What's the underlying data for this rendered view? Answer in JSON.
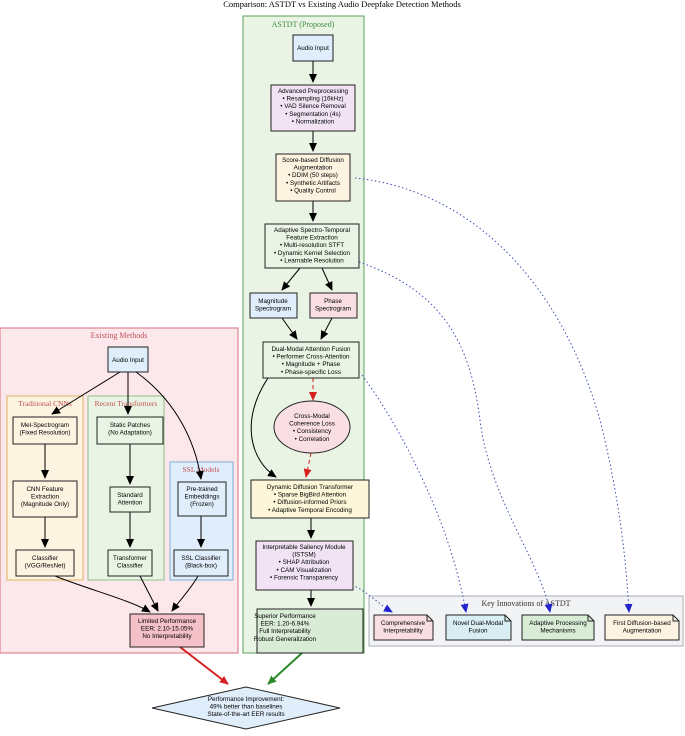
{
  "title": "Comparison: ASTDT vs Existing Audio Deepfake Detection Methods",
  "colors": {
    "proposed_fill": "#eaf4e4",
    "proposed_stroke": "#5aa05a",
    "existing_fill": "#fce8ea",
    "existing_stroke": "#d9707c",
    "blue_fill": "#dfeefa",
    "purple_fill": "#f1e3f4",
    "cream_fill": "#fdf3e1",
    "pink_fill": "#f9dfe4",
    "teal_fill": "#d8eef2",
    "green_fill": "#d8ecd6",
    "red_fill": "#f5c1c8",
    "yellow_fill": "#fdf6d8",
    "red_arrow": "#d62020",
    "green_arrow": "#2c8a2c",
    "blue_dotted": "#3a4fb8"
  },
  "proposed": {
    "label": "ASTDT (Proposed)",
    "audio_input": "Audio Input",
    "preprocessing": [
      "Advanced Preprocessing",
      "• Resampling (16kHz)",
      "• VAD Silence Removal",
      "• Segmentation (4s)",
      "• Normalization"
    ],
    "augmentation": [
      "Score-based Diffusion",
      "Augmentation",
      "• DDIM (50 steps)",
      "• Synthetic Artifacts",
      "• Quality Control"
    ],
    "feature_extraction": [
      "Adaptive Spectro-Temporal",
      "Feature Extraction",
      "• Multi-resolution STFT",
      "• Dynamic Kernel Selection",
      "• Learnable Resolution"
    ],
    "magnitude": [
      "Magnitude",
      "Spectrogram"
    ],
    "phase": [
      "Phase",
      "Spectrogram"
    ],
    "fusion": [
      "Dual-Modal Attention Fusion",
      "• Performer Cross-Attention",
      "• Magnitude + Phase",
      "• Phase-specific Loss"
    ],
    "coherence": [
      "Cross-Modal",
      "Coherence Loss",
      "• Consistency",
      "• Correlation"
    ],
    "transformer": [
      "Dynamic Diffusion Transformer",
      "• Sparse BigBird Attention",
      "• Diffusion-informed Priors",
      "• Adaptive Temporal Encoding"
    ],
    "saliency": [
      "Interpretable Saliency Module",
      "(ISTSM)",
      "• SHAP Attribution",
      "• CAM Visualization",
      "• Forensic Transparency"
    ],
    "performance": [
      "Superior Performance",
      "EER: 1.20-6.94%",
      "Full Interpretability",
      "Robust Generalization"
    ]
  },
  "existing": {
    "label": "Existing Methods",
    "audio_input": "Audio Input",
    "cnn": {
      "label": "Traditional CNNs",
      "mel": [
        "Mel-Spectrogram",
        "(Fixed Resolution)"
      ],
      "feature": [
        "CNN Feature",
        "Extraction",
        "(Magnitude Only)"
      ],
      "classifier": [
        "Classifier",
        "(VGG/ResNet)"
      ]
    },
    "transformers": {
      "label": "Recent Transformers",
      "patches": [
        "Static Patches",
        "(No Adaptation)"
      ],
      "attention": [
        "Standard",
        "Attention"
      ],
      "classifier": [
        "Transformer",
        "Classifier"
      ]
    },
    "ssl": {
      "label": "SSL Models",
      "embeddings": [
        "Pre-trained",
        "Embeddings",
        "(Frozen)"
      ],
      "classifier": [
        "SSL Classifier",
        "(Black-box)"
      ]
    },
    "limited": [
      "Limited Performance",
      "EER: 2.10-15.05%",
      "No Interpretability"
    ]
  },
  "innovations": {
    "label": "Key Innovations of ASTDT",
    "items": [
      [
        "Comprehensive",
        "Interpretability"
      ],
      [
        "Novel Dual-Modal",
        "Fusion"
      ],
      [
        "Adaptive Processing",
        "Mechanisms"
      ],
      [
        "First Diffusion-based",
        "Augmentation"
      ]
    ]
  },
  "improvement": [
    "Performance Improvement:",
    "49% better than baselines",
    "State-of-the-art EER results"
  ]
}
